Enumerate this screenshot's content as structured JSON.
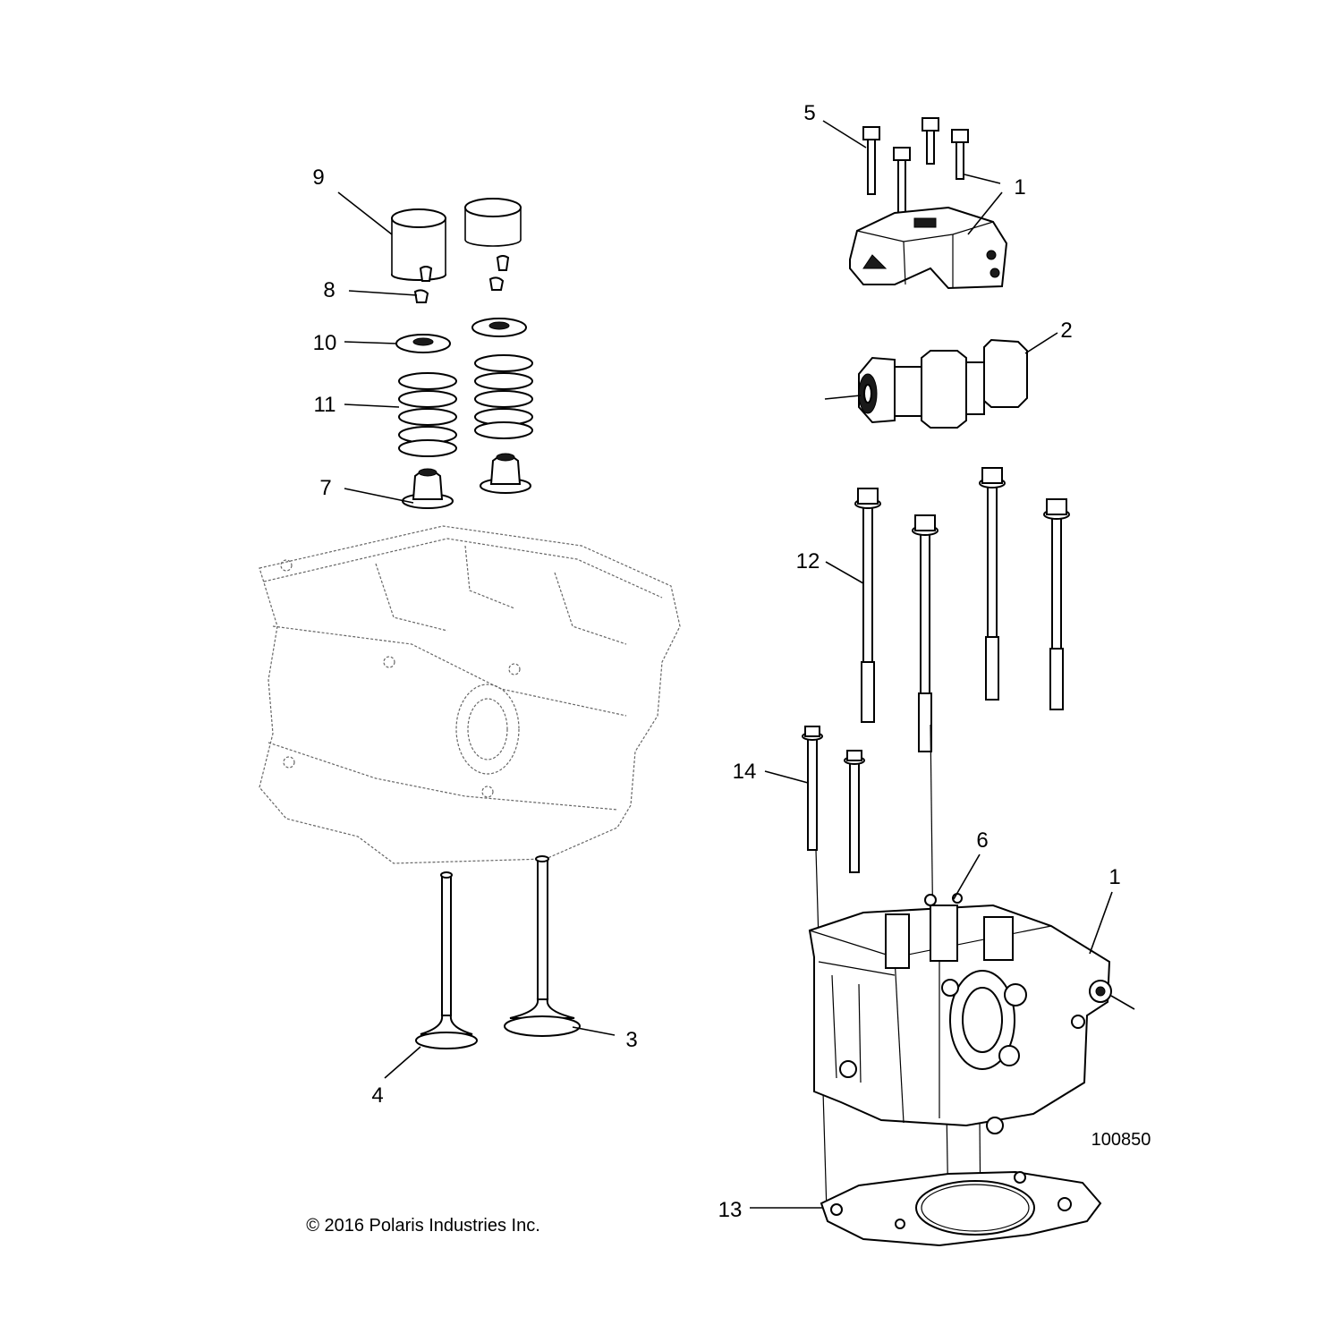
{
  "diagram": {
    "callouts": [
      "1",
      "2",
      "3",
      "4",
      "5",
      "6",
      "7",
      "8",
      "9",
      "10",
      "11",
      "12",
      "13",
      "14",
      "1"
    ],
    "figure_number": "100850",
    "copyright": "© 2016 Polaris Industries Inc."
  }
}
